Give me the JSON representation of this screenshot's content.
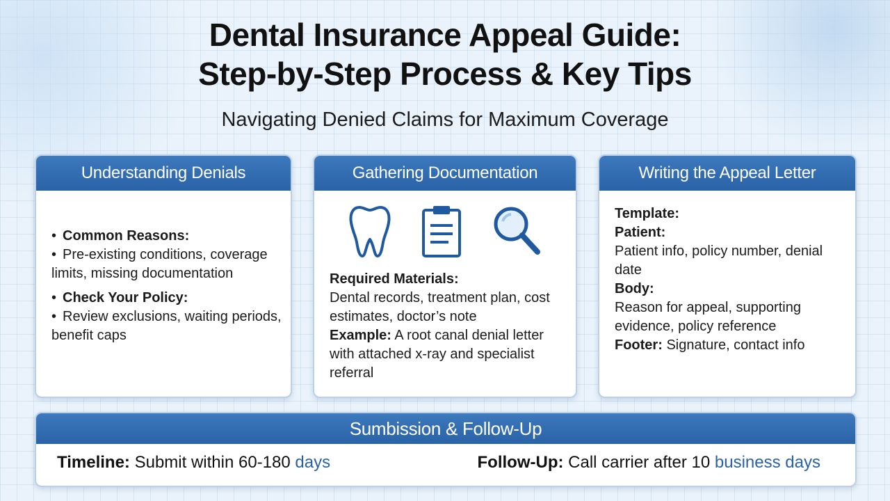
{
  "title": {
    "line1": "Dental Insurance Appeal Guide:",
    "line2": "Step-by-Step Process & Key Tips"
  },
  "subtitle": "Navigating Denied Claims for Maximum Coverage",
  "cards": {
    "denials": {
      "header": "Understanding Denials",
      "common_reasons_label": "Common Reasons:",
      "common_reasons_text": "Pre-existing conditions, coverage limits, missing documentation",
      "check_policy_label": "Check Your Policy:",
      "check_policy_text": "Review exclusions, waiting periods, benefit caps"
    },
    "docs": {
      "header": "Gathering Documentation",
      "icons": [
        "tooth-icon",
        "clipboard-icon",
        "magnifier-icon"
      ],
      "required_label": "Required Materials:",
      "required_text": "Dental records, treatment plan, cost estimates, doctor’s note",
      "example_label": "Example:",
      "example_text": "A root canal denial letter with attached x-ray and specialist referral"
    },
    "letter": {
      "header": "Writing the Appeal Letter",
      "template_label": "Template:",
      "patient_label": "Patient:",
      "patient_text": "Patient info, policy number, denial date",
      "body_label": "Body:",
      "body_text": "Reason for appeal, supporting evidence, policy reference",
      "footer_label": "Footer:",
      "footer_text": "Signature, contact info"
    }
  },
  "submission": {
    "header": "Sumbission & Follow-Up",
    "timeline_label": "Timeline:",
    "timeline_text": "Submit within 60-180",
    "timeline_unit": "days",
    "followup_label": "Follow-Up:",
    "followup_text": "Call carrier after 10",
    "followup_unit": "business days"
  },
  "colors": {
    "header_blue": "#2a62a6",
    "icon_blue": "#1f5aa0",
    "background": "#eaf3fb"
  }
}
